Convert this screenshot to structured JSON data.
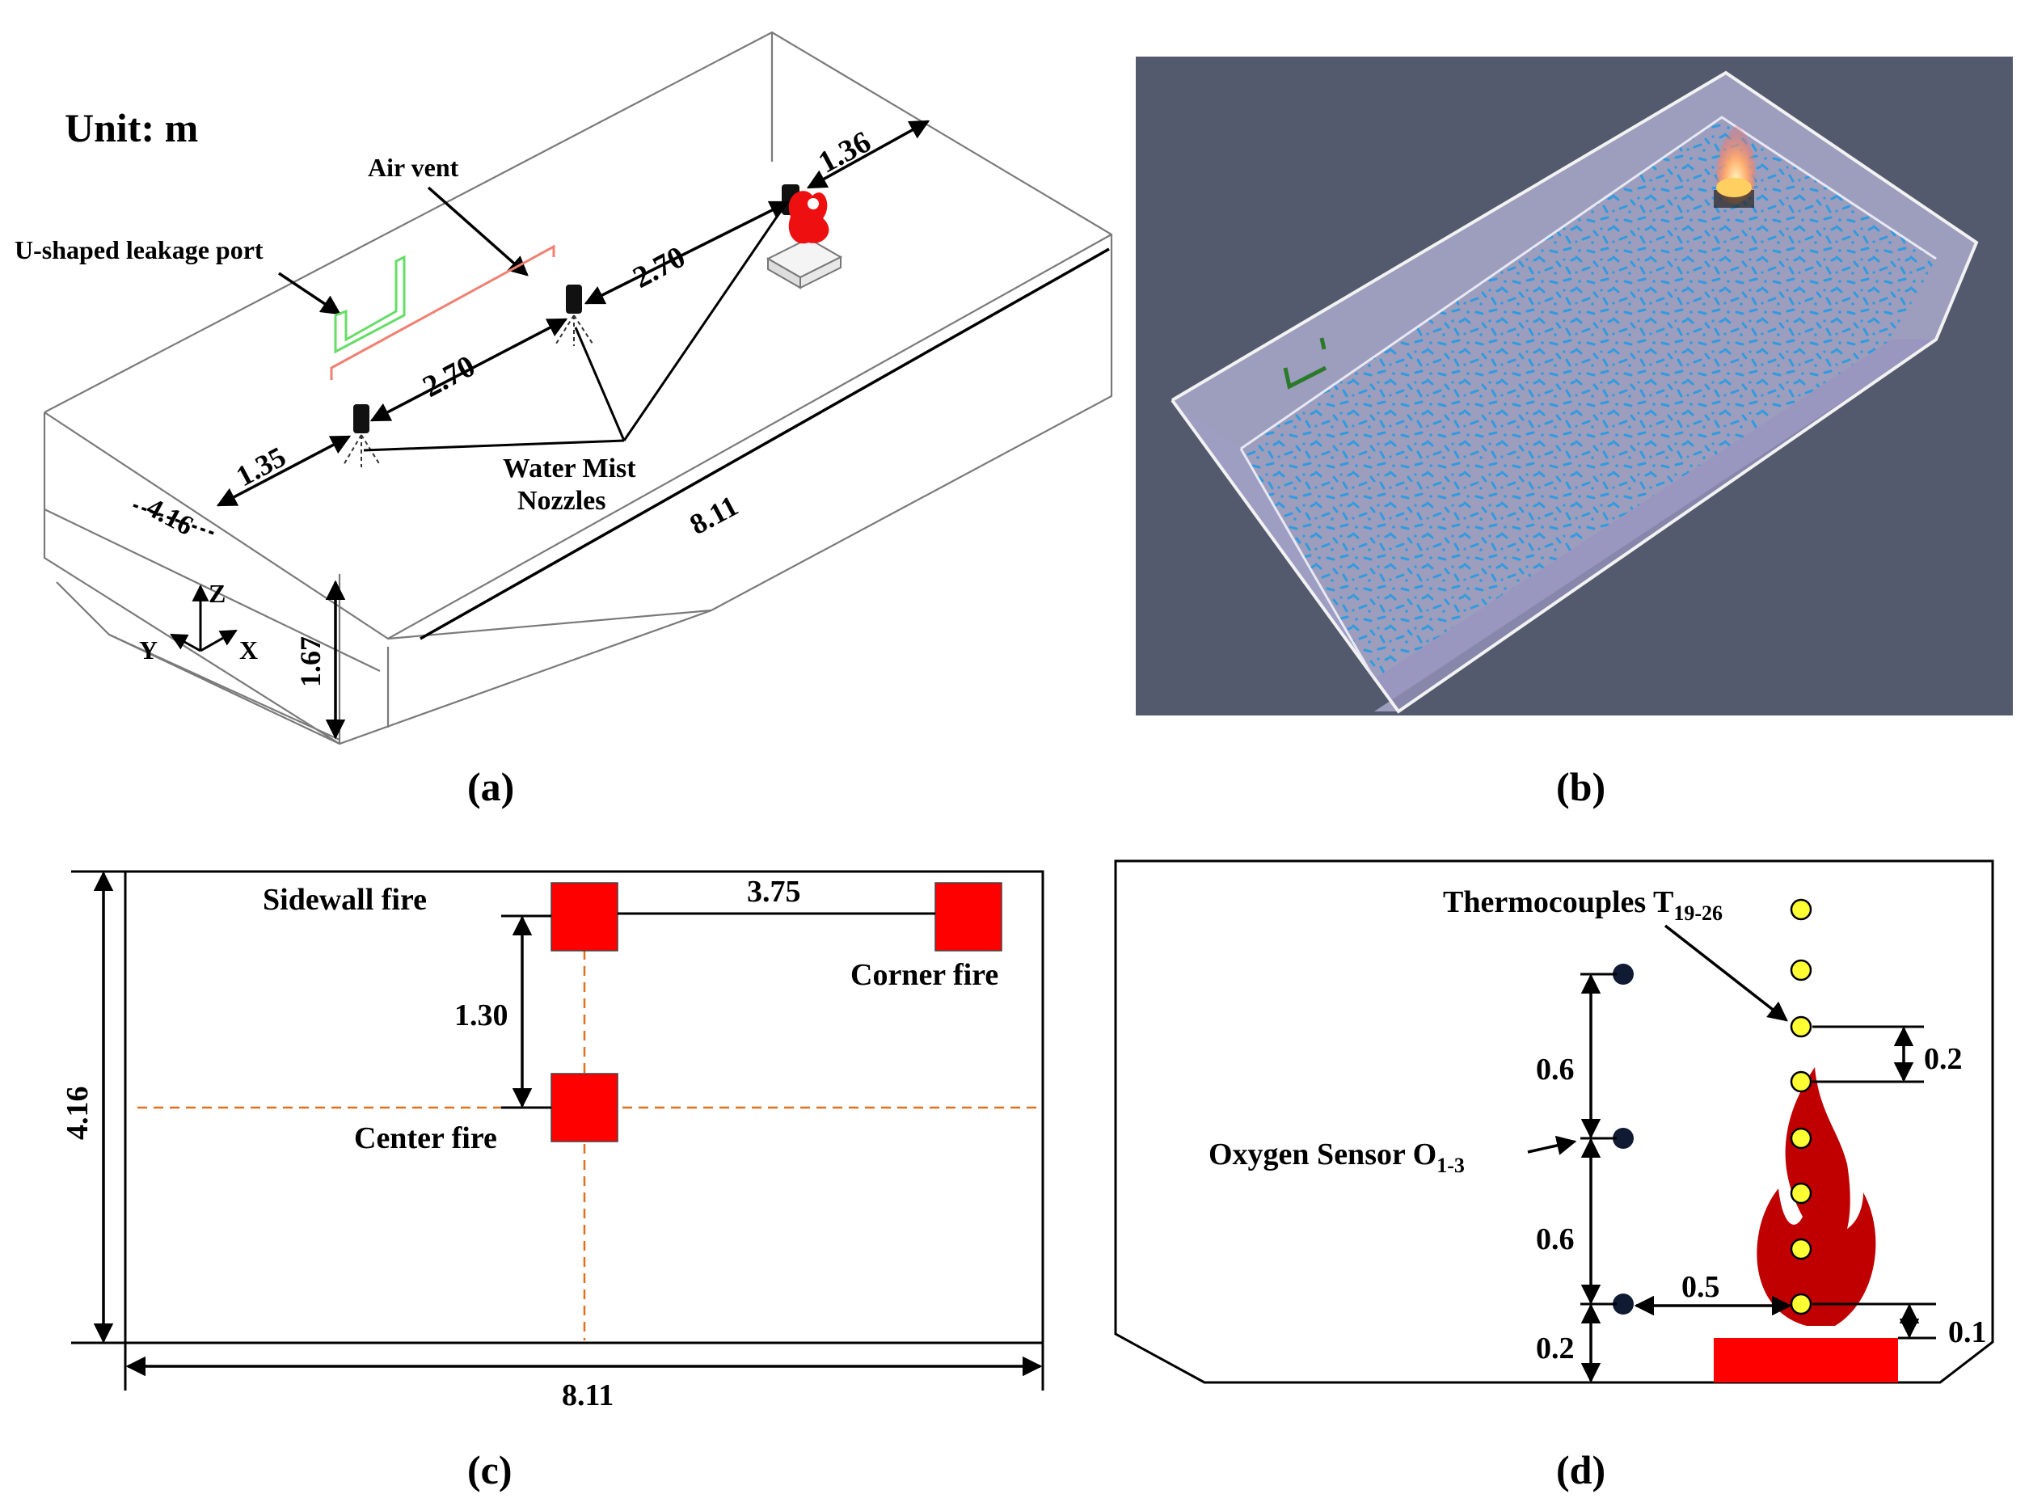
{
  "panel_a": {
    "unit_label": "Unit: m",
    "air_vent_label": "Air vent",
    "leakage_label": "U-shaped leakage port",
    "nozzles_label_1": "Water Mist",
    "nozzles_label_2": "Nozzles",
    "dim_136": "1.36",
    "dim_270_upper": "2.70",
    "dim_270_lower": "2.70",
    "dim_135": "1.35",
    "dim_416": "4.16",
    "dim_811": "8.11",
    "dim_167": "1.67",
    "axis_z": "Z",
    "axis_y": "Y",
    "axis_x": "X",
    "caption": "(a)"
  },
  "panel_b": {
    "caption": "(b)",
    "background_color": "#545a6d",
    "mist_color": "#2f9be0"
  },
  "panel_c": {
    "sidewall_label": "Sidewall fire",
    "corner_label": "Corner fire",
    "center_label": "Center fire",
    "dim_375": "3.75",
    "dim_130": "1.30",
    "dim_416": "4.16",
    "dim_811": "8.11",
    "caption": "(c)",
    "fire_color": "#ff0000"
  },
  "panel_d": {
    "thermo_label": "Thermocouples T",
    "thermo_sub": "19-26",
    "oxygen_label": "Oxygen Sensor O",
    "oxygen_sub": "1-3",
    "dim_06_upper": "0.6",
    "dim_06_lower": "0.6",
    "dim_05": "0.5",
    "dim_02_right": "0.2",
    "dim_02_left": "0.2",
    "dim_01": "0.1",
    "caption": "(d)",
    "thermocouple_color": "#ffff33",
    "flame_color": "#c00000"
  }
}
